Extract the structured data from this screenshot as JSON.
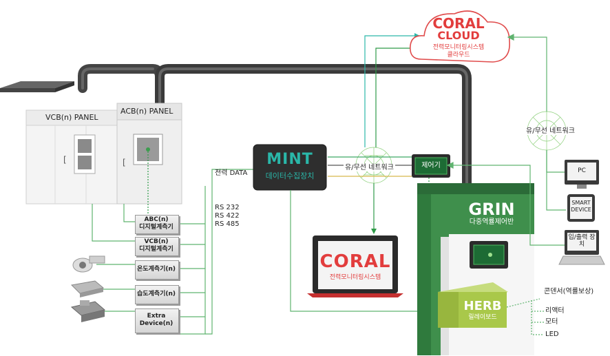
{
  "panels": {
    "vcb": "VCB(n) PANEL",
    "acb": "ACB(n) PANEL"
  },
  "meters": [
    {
      "line1": "ABC(n)",
      "line2": "디지털계측기"
    },
    {
      "line1": "VCB(n)",
      "line2": "디지털계측기"
    },
    {
      "line1": "온도계측기(n)",
      "line2": ""
    },
    {
      "line1": "습도계측기(n)",
      "line2": ""
    },
    {
      "line1": "Extra",
      "line2": "Device(n)"
    }
  ],
  "links": {
    "power_data": "전력 DATA",
    "rs": [
      "RS 232",
      "RS 422",
      "RS 485"
    ]
  },
  "mint": {
    "logo": "MINT",
    "subtitle": "데이터수집장치"
  },
  "network": {
    "center": "유/무선 네트워크",
    "right": "유/무선 네트워크"
  },
  "controller": {
    "label": "제어기"
  },
  "coral": {
    "logo": "CORAL",
    "subtitle": "전력모니터링시스템"
  },
  "cloud": {
    "logo1": "CORAL",
    "logo2": "CLOUD",
    "sub1": "전력모니터링시스템",
    "sub2": "클라우드"
  },
  "grin": {
    "logo": "GRIN",
    "subtitle": "다중역률제어반"
  },
  "herb": {
    "logo": "HERB",
    "subtitle": "릴레이보드"
  },
  "outputs": [
    "콘덴서(역률보상)",
    "리액터",
    "모터",
    "LED"
  ],
  "devices": {
    "pc": "PC",
    "smart": "SMART DEVICE",
    "io": "입/출력 장치"
  },
  "colors": {
    "green": "#1f8a3a",
    "mint": "#2ab7a9",
    "coral": "#e23d3d",
    "herb": "#a9c84a"
  }
}
